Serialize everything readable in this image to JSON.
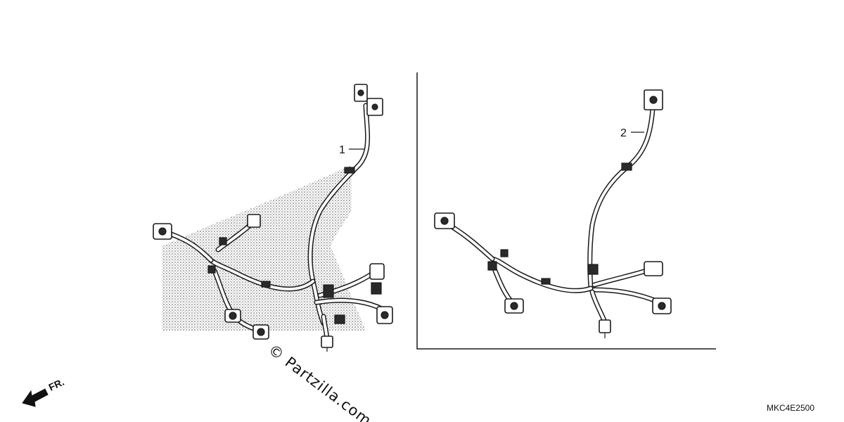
{
  "callouts": {
    "part_1": "1",
    "part_2": "2"
  },
  "front_arrow_label": "FR.",
  "diagram_code": "MKC4E2500",
  "watermark": "© Partzilla.com"
}
